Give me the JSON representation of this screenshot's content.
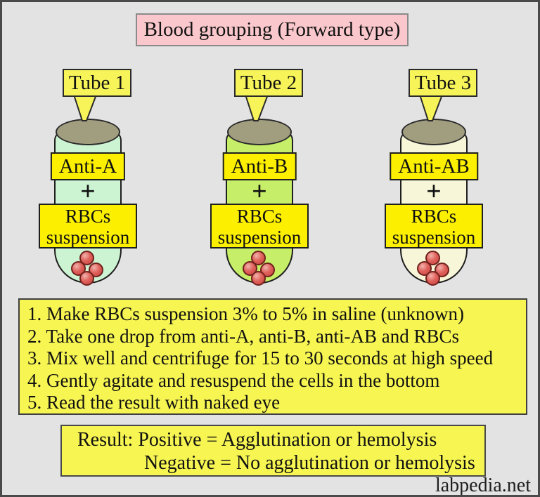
{
  "title": "Blood grouping (Forward type)",
  "colors": {
    "page_bg": "#e3e3e3",
    "page_border": "#4a4a4a",
    "title_bg": "#fac8cc",
    "callout_yellow": "#f7f45a",
    "label_yellow": "#fcf000",
    "panel_yellow": "#f6f552",
    "cap_gray": "#a19e80",
    "rbc_red": "#e0635d",
    "text": "#111111"
  },
  "tubes": [
    {
      "name": "Tube 1",
      "reagent": "Anti-A",
      "operator": "+",
      "sample_line1": "RBCs",
      "sample_line2": "suspension",
      "fill": "#cdf4d2"
    },
    {
      "name": "Tube 2",
      "reagent": "Anti-B",
      "operator": "+",
      "sample_line1": "RBCs",
      "sample_line2": "suspension",
      "fill": "#c7ee68"
    },
    {
      "name": "Tube 3",
      "reagent": "Anti-AB",
      "operator": "+",
      "sample_line1": "RBCs",
      "sample_line2": "suspension",
      "fill": "#f8f6d8"
    }
  ],
  "procedure_steps": [
    "1. Make RBCs suspension 3% to 5% in saline (unknown)",
    "2. Take one drop from anti-A, anti-B, anti-AB and RBCs",
    "3. Mix well and centrifuge for 15 to 30 seconds at high speed",
    "4. Gently agitate and resuspend the cells in the bottom",
    "5. Read the result with naked eye"
  ],
  "result": {
    "line1": "Result: Positive = Agglutination or hemolysis",
    "line2": "Negative = No agglutination or hemolysis"
  },
  "watermark": "labpedia.net"
}
